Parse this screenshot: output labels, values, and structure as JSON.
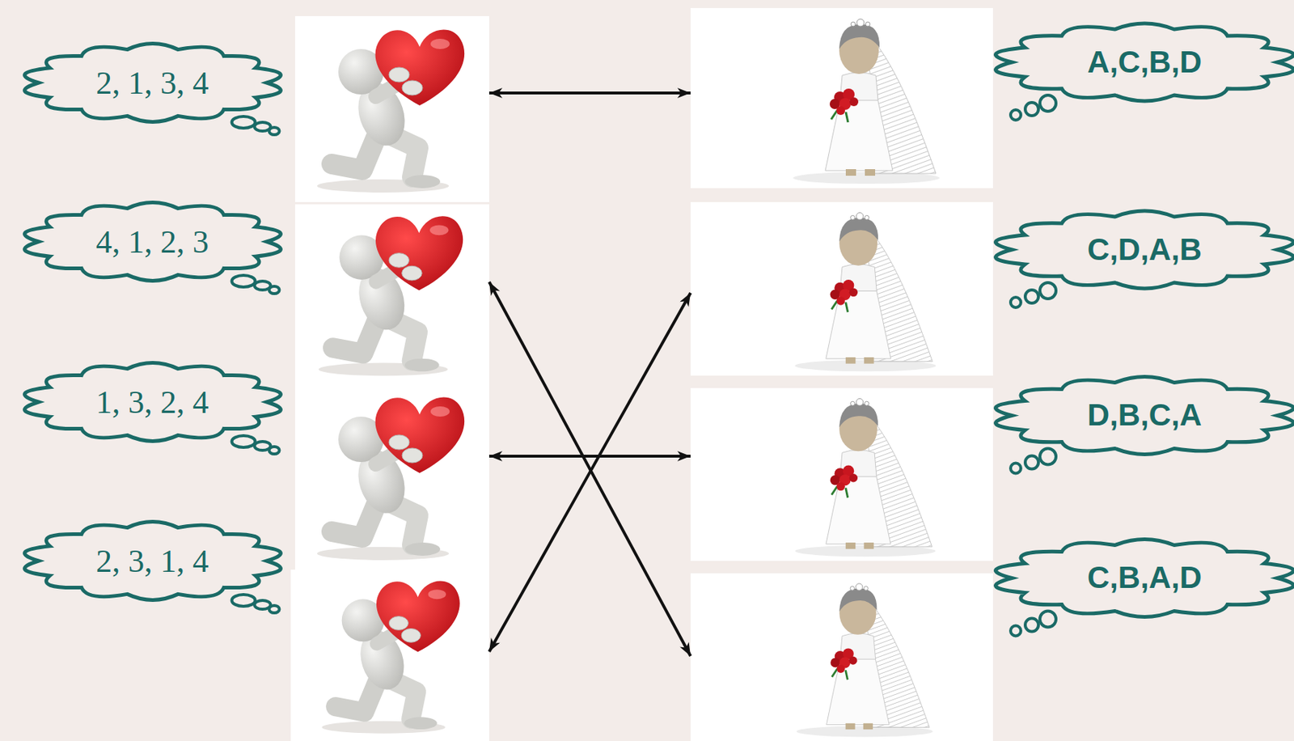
{
  "diagram": {
    "nodes": [
      {
        "text": [
          "2, 1, 3, 4"
        ]
      },
      {
        "text": [
          "4, 1, 2, 3"
        ]
      },
      {
        "text": [
          "1, 3, 2, 4"
        ]
      },
      {
        "text": [
          "2, 3, 1, 4"
        ]
      },
      {
        "text": [
          "A,C,B,D"
        ]
      },
      {
        "text": [
          "C,D,A,B"
        ]
      },
      {
        "text": [
          "D,B,C,A"
        ]
      },
      {
        "text": [
          "C,B,A,D"
        ]
      }
    ],
    "edges": [
      {
        "from": 0,
        "to": 4,
        "arrow": "both"
      },
      {
        "from": 1,
        "to": 7,
        "arrow": "both"
      },
      {
        "from": 2,
        "to": 6,
        "arrow": "both"
      },
      {
        "from": 3,
        "to": 5,
        "arrow": "both"
      }
    ]
  }
}
